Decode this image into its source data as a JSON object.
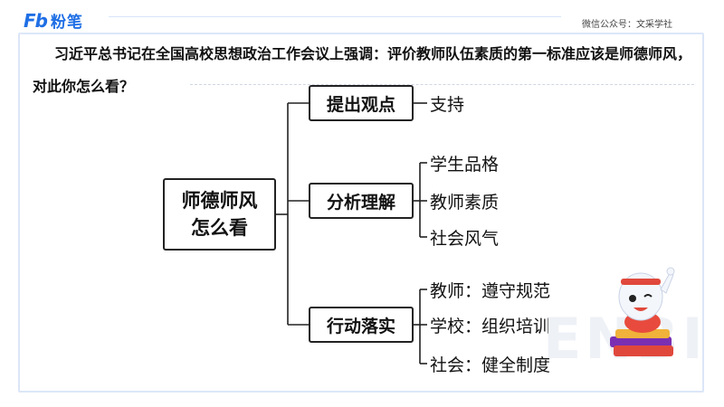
{
  "header": {
    "logo_mark": "Fb",
    "logo_text": "粉笔",
    "wechat": "微信公众号：文采学社"
  },
  "question": {
    "text": "习近平总书记在全国高校思想政治工作会议上强调：评价教师队伍素质的第一标准应该是师德师风，对此你怎么看？"
  },
  "mindmap": {
    "root": {
      "line1": "师德师风",
      "line2": "怎么看"
    },
    "branches": [
      {
        "label": "提出观点",
        "leaves": [
          "支持"
        ]
      },
      {
        "label": "分析理解",
        "leaves": [
          "学生品格",
          "教师素质",
          "社会风气"
        ]
      },
      {
        "label": "行动落实",
        "leaves": [
          "教师：遵守规范",
          "学校：组织培训",
          "社会：健全制度"
        ]
      }
    ]
  },
  "watermark": "ENBI",
  "colors": {
    "brand_blue": "#1f6fe5",
    "frame": "#dce6f8",
    "line": "#222222"
  }
}
